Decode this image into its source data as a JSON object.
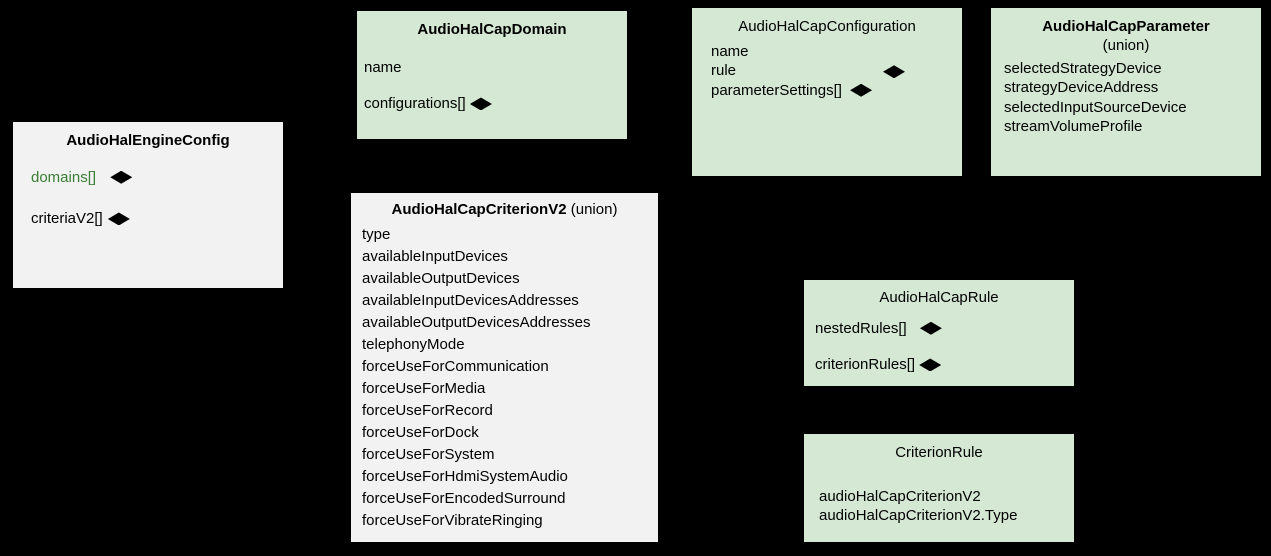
{
  "diagram": {
    "title_semantic": "audio-hal-cap-class-diagram",
    "background": "#000000",
    "colors": {
      "green_fill": "#d5e8d4",
      "gray_fill": "#f2f2f2",
      "text": "#000000",
      "accent_green_text": "#3a7d34",
      "edge": "#000000"
    },
    "classes": [
      {
        "id": "audio-hal-engine-config",
        "title": "AudioHalEngineConfig",
        "subtitle": "",
        "fill": "gray",
        "attributes": [
          {
            "label": "domains[]",
            "composition": true,
            "highlight": true
          },
          {
            "label": "criteriaV2[]",
            "composition": true,
            "highlight": false
          }
        ]
      },
      {
        "id": "audio-hal-cap-domain",
        "title": "AudioHalCapDomain",
        "subtitle": "",
        "fill": "green",
        "attributes": [
          {
            "label": "name",
            "composition": false,
            "highlight": false
          },
          {
            "label": "configurations[]",
            "composition": true,
            "highlight": false
          }
        ]
      },
      {
        "id": "audio-hal-cap-configuration",
        "title": "AudioHalCapConfiguration",
        "subtitle": "",
        "fill": "green",
        "attributes": [
          {
            "label": "name",
            "composition": false,
            "highlight": false
          },
          {
            "label": "rule",
            "composition": true,
            "highlight": false
          },
          {
            "label": "parameterSettings[]",
            "composition": true,
            "highlight": false
          }
        ]
      },
      {
        "id": "audio-hal-cap-parameter",
        "title": "AudioHalCapParameter",
        "subtitle": "(union)",
        "fill": "green",
        "attributes": [
          {
            "label": "selectedStrategyDevice",
            "composition": false,
            "highlight": false
          },
          {
            "label": "strategyDeviceAddress",
            "composition": false,
            "highlight": false
          },
          {
            "label": "selectedInputSourceDevice",
            "composition": false,
            "highlight": false
          },
          {
            "label": "streamVolumeProfile",
            "composition": false,
            "highlight": false
          }
        ]
      },
      {
        "id": "audio-hal-cap-criterion-v2",
        "title": "AudioHalCapCriterionV2",
        "subtitle": "(union)",
        "fill": "gray",
        "attributes": [
          {
            "label": "type",
            "composition": false,
            "highlight": false
          },
          {
            "label": "availableInputDevices",
            "composition": false,
            "highlight": false
          },
          {
            "label": "availableOutputDevices",
            "composition": false,
            "highlight": false
          },
          {
            "label": "availableInputDevicesAddresses",
            "composition": false,
            "highlight": false
          },
          {
            "label": "availableOutputDevicesAddresses",
            "composition": false,
            "highlight": false
          },
          {
            "label": "telephonyMode",
            "composition": false,
            "highlight": false
          },
          {
            "label": "forceUseForCommunication",
            "composition": false,
            "highlight": false
          },
          {
            "label": "forceUseForMedia",
            "composition": false,
            "highlight": false
          },
          {
            "label": "forceUseForRecord",
            "composition": false,
            "highlight": false
          },
          {
            "label": "forceUseForDock",
            "composition": false,
            "highlight": false
          },
          {
            "label": "forceUseForSystem",
            "composition": false,
            "highlight": false
          },
          {
            "label": "forceUseForHdmiSystemAudio",
            "composition": false,
            "highlight": false
          },
          {
            "label": "forceUseForEncodedSurround",
            "composition": false,
            "highlight": false
          },
          {
            "label": "forceUseForVibrateRinging",
            "composition": false,
            "highlight": false
          }
        ]
      },
      {
        "id": "audio-hal-cap-rule",
        "title": "AudioHalCapRule",
        "subtitle": "",
        "fill": "green",
        "attributes": [
          {
            "label": "nestedRules[]",
            "composition": true,
            "highlight": false
          },
          {
            "label": "criterionRules[]",
            "composition": true,
            "highlight": false
          }
        ]
      },
      {
        "id": "criterion-rule",
        "title": "CriterionRule",
        "subtitle": "",
        "fill": "green",
        "attributes": [
          {
            "label": "audioHalCapCriterionV2",
            "composition": false,
            "highlight": false
          },
          {
            "label": "audioHalCapCriterionV2.Type",
            "composition": false,
            "highlight": false
          }
        ]
      }
    ]
  }
}
